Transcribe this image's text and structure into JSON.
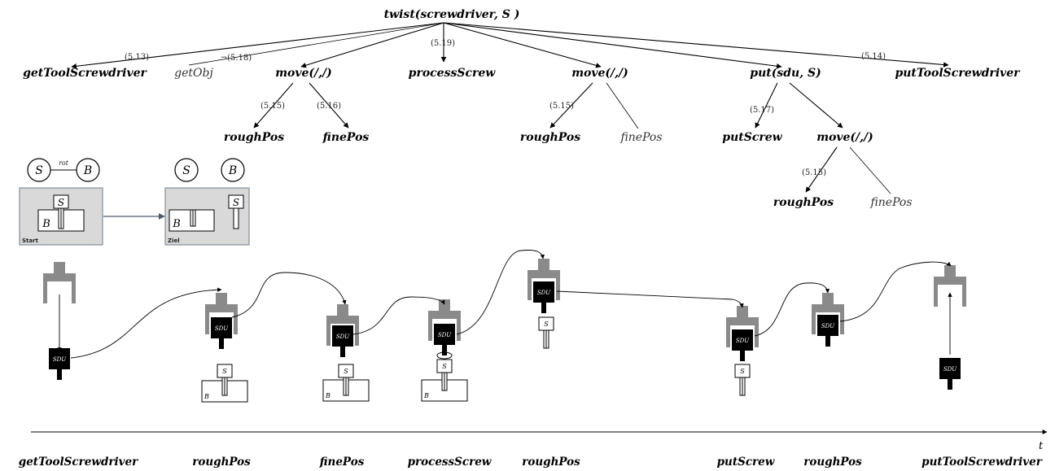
{
  "tree": {
    "root": "twist(screwdriver, S )",
    "nodes": {
      "getToolScrewdriver": "getToolScrewdriver",
      "getObj": "getObj",
      "move1": "move(/,/)",
      "processScrew": "processScrew",
      "move2": "move(/,/)",
      "put": "put(sdu, S)",
      "putToolScrewdriver": "putToolScrewdriver",
      "roughPos1": "roughPos",
      "finePos1": "finePos",
      "roughPos2": "roughPos",
      "finePos2": "finePos",
      "putScrew": "putScrew",
      "move3": "move(/,/)",
      "roughPos3": "roughPos",
      "finePos3": "finePos"
    },
    "edge_labels": {
      "e513": "(5.13)",
      "e518": "¬(5.18)",
      "e519": "(5.19)",
      "e514": "(5.14)",
      "e515a": "(5.15)",
      "e516": "(5.16)",
      "e515b": "(5.15)",
      "e517": "(5.17)",
      "e515c": "(5.15)"
    }
  },
  "state": {
    "graph": {
      "s": "S",
      "b": "B",
      "relation": "rot"
    },
    "start": {
      "caption": "Start",
      "s": "S",
      "b": "B"
    },
    "goal": {
      "s": "S",
      "b": "B",
      "caption": "Ziel",
      "s2": "S"
    }
  },
  "robot": {
    "sdu": "SDU",
    "s": "S",
    "b": "B"
  },
  "timeline": {
    "axis_label": "t",
    "labels": [
      "getToolScrewdriver",
      "roughPos",
      "finePos",
      "processScrew",
      "roughPos",
      "putScrew",
      "roughPos",
      "putToolScrewdriver"
    ]
  },
  "colors": {
    "gripper": "#8a8a8a",
    "sdu": "#000000",
    "panel": "#d9d9d9",
    "panel_border": "#6b7b8c"
  }
}
